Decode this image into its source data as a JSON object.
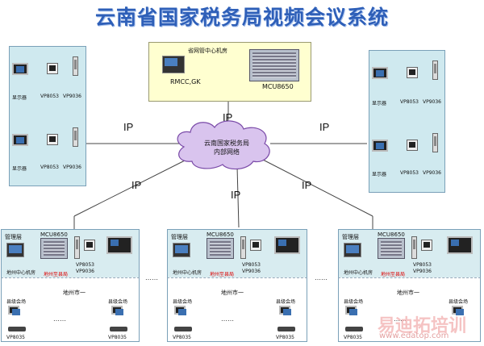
{
  "title": "云南省国家税务局视频会议系统",
  "network": {
    "ip_label": "IP",
    "center_room": "省网管中心机房",
    "rmcc": "RMCC,GK",
    "mcu": "MCU8650",
    "cloud_line1": "云南国家税务局",
    "cloud_line2": "内部网络"
  },
  "terminal": {
    "display": "显示器",
    "vp8053": "VP8053",
    "vp9036": "VP9036"
  },
  "branch": {
    "mgmt": "管理层",
    "mcu": "MCU8650",
    "room": "地州中心机房",
    "relay": "地州至县局",
    "city": "地州市一",
    "county": "县级会场",
    "vp8035": "VP8035",
    "ellipsis": "……"
  },
  "watermark": {
    "text": "易迪拓培训",
    "url": "www.edatop.com"
  }
}
